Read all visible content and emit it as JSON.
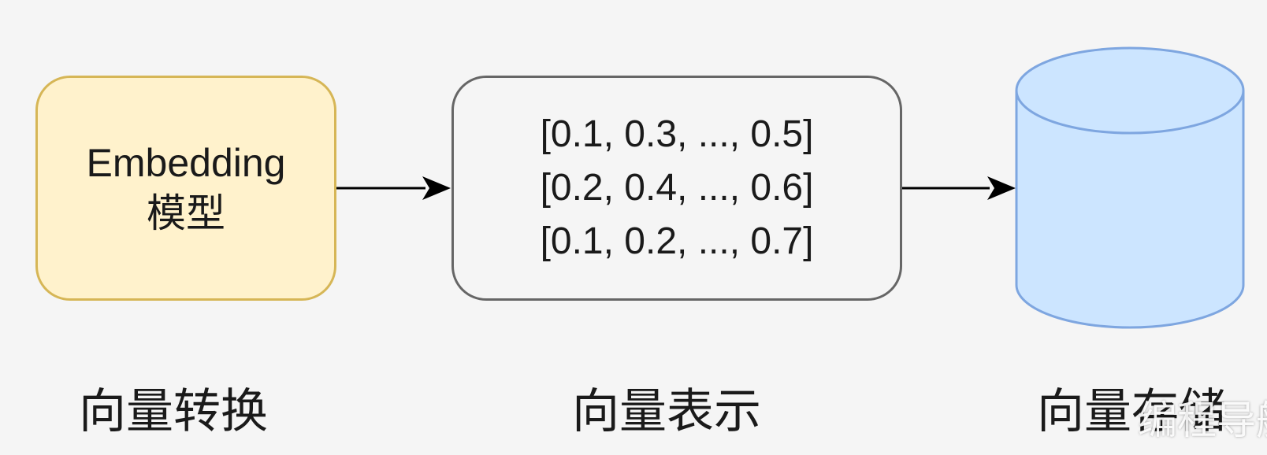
{
  "nodes": {
    "model": {
      "lines": [
        "Embedding",
        "模型"
      ],
      "fill": "#fff2cc",
      "stroke": "#d6b656"
    },
    "vectors": {
      "lines": [
        "[0.1, 0.3, ..., 0.5]",
        "[0.2, 0.4, ..., 0.6]",
        "[0.1, 0.2, ..., 0.7]"
      ],
      "fill": "#f5f5f5",
      "stroke": "#666666"
    },
    "storage": {
      "shape": "cylinder",
      "fill": "#cce5ff",
      "stroke": "#7ea6e0"
    }
  },
  "edges": [
    {
      "from": "model",
      "to": "vectors"
    },
    {
      "from": "vectors",
      "to": "storage"
    }
  ],
  "captions": [
    "向量转换",
    "向量表示",
    "向量存储"
  ],
  "watermark": "编程导航"
}
